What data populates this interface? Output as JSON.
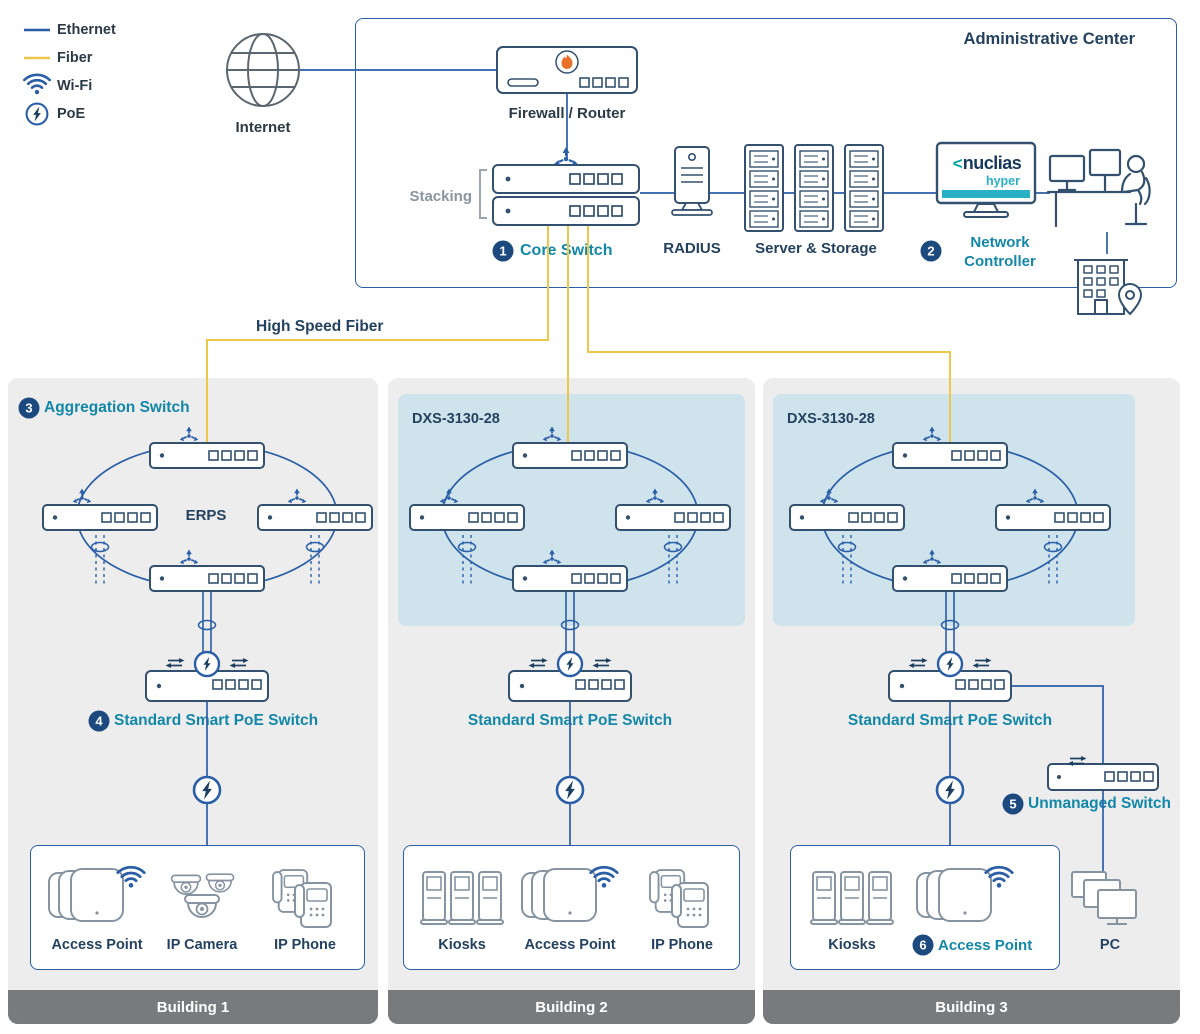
{
  "colors": {
    "ethernet": "#2a5ea6",
    "fiber": "#ecc84a",
    "teal_label": "#1287a8",
    "navy_label": "#24425f",
    "panel_gray": "#ededee",
    "panel_blue": "#cfe3ed",
    "footer_gray": "#787a7d",
    "badge_bg": "#1c4a7e",
    "flame_orange": "#e8702a"
  },
  "legend": {
    "ethernet": "Ethernet",
    "fiber": "Fiber",
    "wifi": "Wi-Fi",
    "poe": "PoE"
  },
  "admin": {
    "title": "Administrative Center",
    "internet": "Internet",
    "firewall": "Firewall / Router",
    "stacking": "Stacking",
    "core_badge": "1",
    "core_label": "Core Switch",
    "radius": "RADIUS",
    "servers": "Server & Storage",
    "controller_badge": "2",
    "controller_label": "Network Controller",
    "nuclias_angle": "<",
    "nuclias_brand": "nuclias",
    "nuclias_sub": "hyper"
  },
  "fiber_label": "High Speed Fiber",
  "b1": {
    "agg_badge": "3",
    "agg_label": "Aggregation Switch",
    "ring": "ERPS",
    "poe_badge": "4",
    "poe_label": "Standard Smart PoE Switch",
    "dev1": "Access Point",
    "dev2": "IP Camera",
    "dev3": "IP Phone",
    "footer": "Building 1"
  },
  "b2": {
    "panel": "DXS-3130-28",
    "poe_label": "Standard Smart PoE Switch",
    "dev1": "Kiosks",
    "dev2": "Access Point",
    "dev3": "IP Phone",
    "footer": "Building 2"
  },
  "b3": {
    "panel": "DXS-3130-28",
    "poe_label": "Standard Smart PoE Switch",
    "unm_badge": "5",
    "unm_label": "Unmanaged Switch",
    "dev1": "Kiosks",
    "ap_badge": "6",
    "ap_label": "Access Point",
    "pc_label": "PC",
    "footer": "Building 3"
  }
}
